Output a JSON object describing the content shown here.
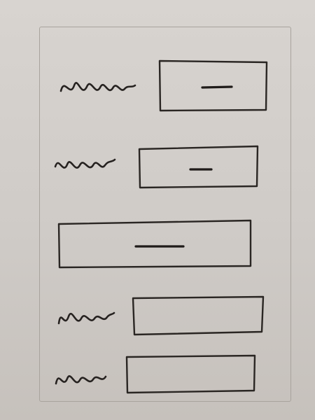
{
  "form": {
    "rows": [
      {
        "kind": "labeled-field",
        "label_icon": "squiggle-label-icon",
        "field_value_icon": "dash-value-icon"
      },
      {
        "kind": "labeled-field",
        "label_icon": "squiggle-label-icon",
        "field_value_icon": "dash-value-icon"
      },
      {
        "kind": "full-width-field",
        "field_value_icon": "dash-value-icon"
      },
      {
        "kind": "labeled-field",
        "label_icon": "squiggle-label-icon",
        "field_value_icon": ""
      },
      {
        "kind": "labeled-field",
        "label_icon": "squiggle-label-icon",
        "field_value_icon": ""
      }
    ]
  },
  "colors": {
    "ink": "#262220",
    "paper": "#d3cfcb",
    "sheet_border": "#a8a39d"
  }
}
